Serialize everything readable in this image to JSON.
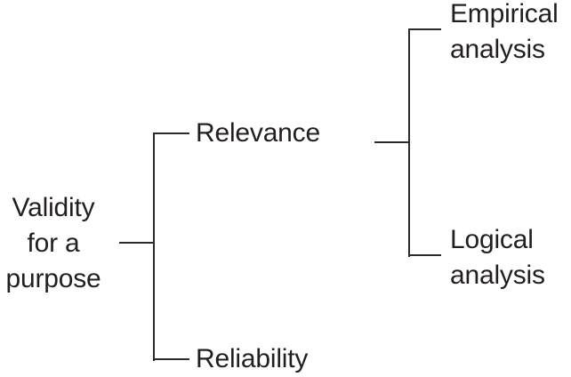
{
  "diagram": {
    "title": "Validity for a purpose tree diagram",
    "line_color": "#2b2b2b",
    "text_color": "#231f20",
    "background": "#ffffff",
    "nodes": {
      "root": "Validity\nfor a\npurpose",
      "relevance": "Relevance",
      "reliability": "Reliability",
      "empirical": "Empirical\nanalysis",
      "logical": "Logical\nanalysis"
    },
    "connectors": [
      {
        "name": "stem-root",
        "from": "root",
        "to": "left-bracket"
      },
      {
        "name": "bracket-left",
        "from": "left-bracket",
        "to": "relevance"
      },
      {
        "name": "bracket-left",
        "from": "left-bracket",
        "to": "reliability"
      },
      {
        "name": "stem-relevance-out",
        "from": "relevance",
        "to": "right-bracket"
      },
      {
        "name": "bracket-right",
        "from": "right-bracket",
        "to": "empirical"
      },
      {
        "name": "bracket-right",
        "from": "right-bracket",
        "to": "logical"
      }
    ]
  }
}
